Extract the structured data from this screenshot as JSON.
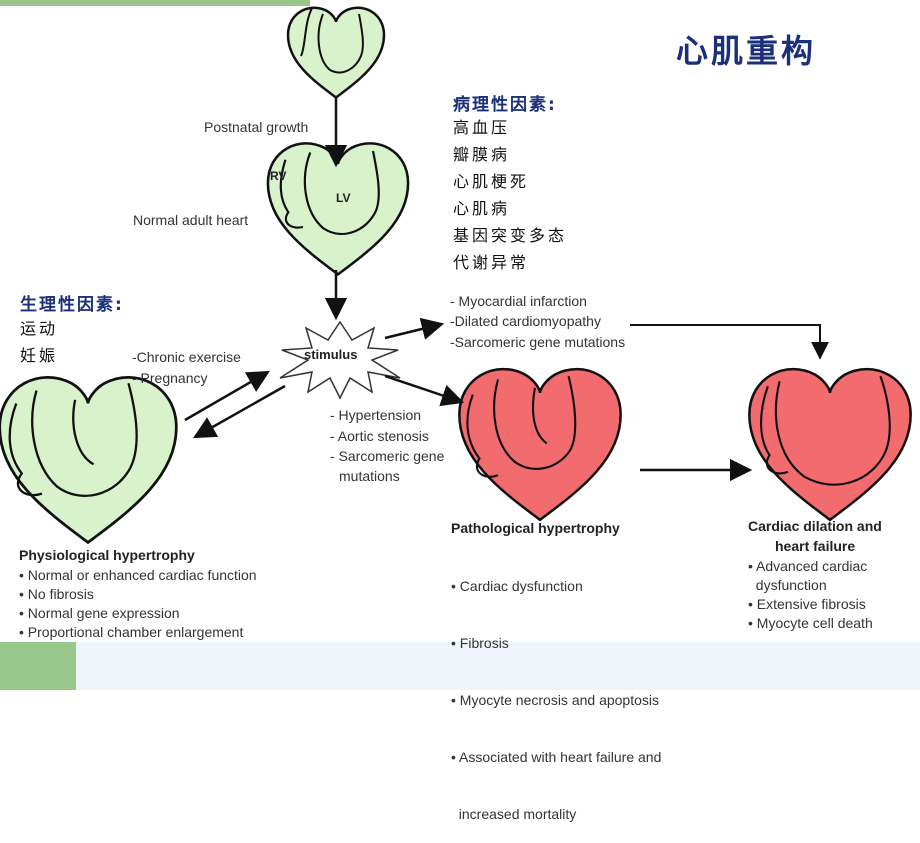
{
  "title": "心肌重构",
  "pathological_factors": {
    "heading": "病理性因素:",
    "items": [
      "高血压",
      "瓣膜病",
      "心肌梗死",
      "心肌病",
      "基因突变多态",
      "代谢异常"
    ]
  },
  "physiological_factors": {
    "heading": "生理性因素:",
    "items": [
      "运动",
      "妊娠"
    ]
  },
  "labels": {
    "postnatal_growth": "Postnatal growth",
    "normal_adult_heart": "Normal adult heart",
    "rv": "RV",
    "lv": "LV",
    "stimulus": "stimulus",
    "chronic_exercise": "-Chronic exercise",
    "pregnancy": "- Pregnancy",
    "myocardial_infarction": "- Myocardial infarction",
    "dilated_cardiomyopathy": "-Dilated cardiomyopathy",
    "sarcomeric_gene_mutations_top": "-Sarcomeric gene mutations",
    "hypertension": "- Hypertension",
    "aortic_stenosis": "- Aortic stenosis",
    "sarcomeric_gene_line1": "- Sarcomeric gene",
    "sarcomeric_gene_line2": "mutations"
  },
  "physiological_hypertrophy": {
    "title": "Physiological hypertrophy",
    "items": [
      "• Normal or enhanced cardiac function",
      "• No fibrosis",
      "• Normal gene expression",
      "• Proportional chamber enlargement"
    ]
  },
  "pathological_hypertrophy": {
    "title": "Pathological hypertrophy",
    "items": [
      "• Cardiac dysfunction",
      "• Fibrosis",
      "• Myocyte necrosis and apoptosis",
      "• Associated with heart failure and",
      "  increased mortality"
    ]
  },
  "cardiac_dilation": {
    "title_line1": "Cardiac dilation and",
    "title_line2": "heart failure",
    "items": [
      "• Advanced cardiac",
      "  dysfunction",
      "• Extensive fibrosis",
      "• Myocyte cell death"
    ]
  },
  "colors": {
    "green_heart": "#d8f3cc",
    "red_heart": "#f26b6e",
    "title_blue": "#1b2f7a",
    "accent_green": "#99c68a"
  }
}
